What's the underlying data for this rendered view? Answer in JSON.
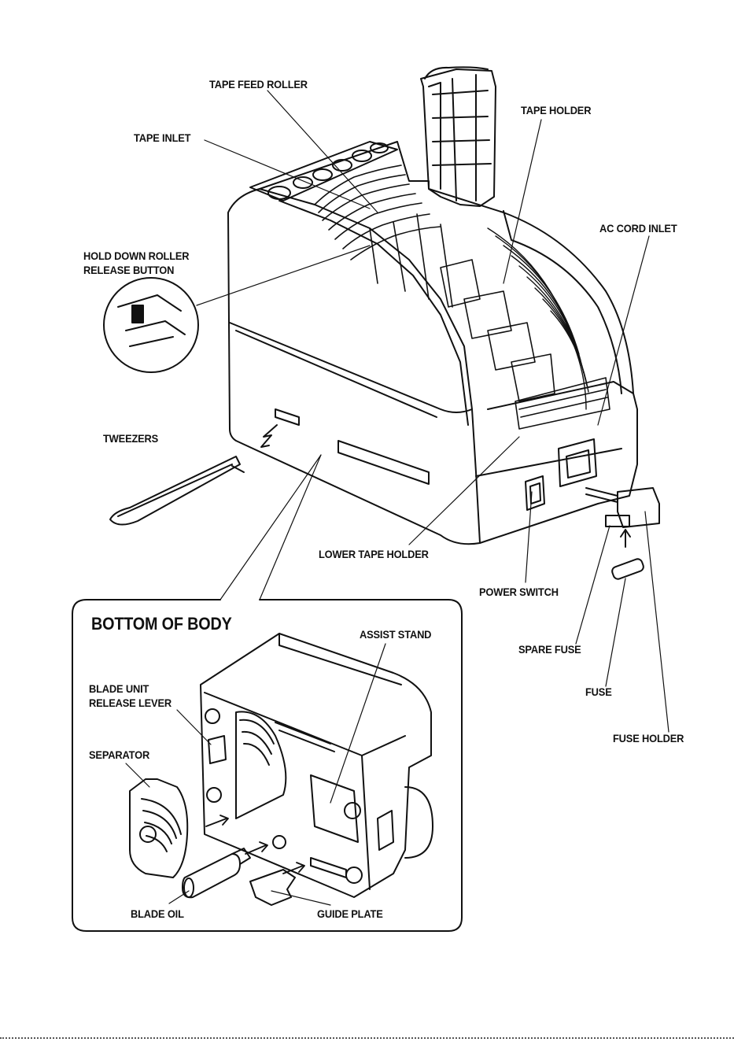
{
  "labels": {
    "tape_feed_roller": "TAPE FEED ROLLER",
    "tape_inlet": "TAPE INLET",
    "tape_holder": "TAPE HOLDER",
    "ac_cord_inlet": "AC CORD INLET",
    "hold_down_roller_release_button": "HOLD DOWN ROLLER\nRELEASE BUTTON",
    "tweezers": "TWEEZERS",
    "lower_tape_holder": "LOWER TAPE HOLDER",
    "power_switch": "POWER SWITCH",
    "spare_fuse": "SPARE FUSE",
    "fuse": "FUSE",
    "fuse_holder": "FUSE HOLDER"
  },
  "inset": {
    "title": "BOTTOM OF BODY",
    "assist_stand": "ASSIST STAND",
    "blade_unit_release_lever": "BLADE UNIT\nRELEASE LEVER",
    "separator": "SEPARATOR",
    "blade_oil": "BLADE OIL",
    "guide_plate": "GUIDE PLATE"
  },
  "colors": {
    "ink": "#111111",
    "background": "#ffffff"
  }
}
